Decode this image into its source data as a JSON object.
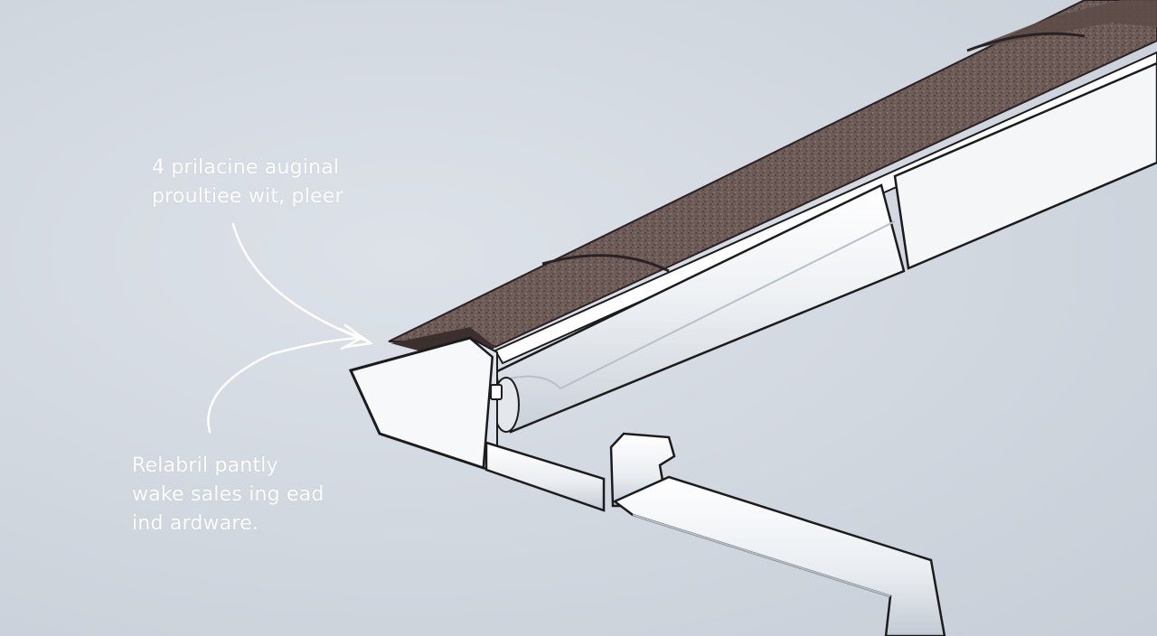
{
  "annotations": {
    "top": {
      "lines": [
        "4 prilacine auginal",
        "proultiee wit, pleer"
      ]
    },
    "bottom": {
      "lines": [
        "Relabril pantly",
        "wake sales ing ead",
        "ind ardware."
      ]
    }
  },
  "colors": {
    "background": "#d2d8e0",
    "shingle": "#6e5c58",
    "shingle_dark": "#4e403d",
    "gutter": "#f3f5f7",
    "outline": "#1c1c1e",
    "arrow": "#ffffff"
  }
}
